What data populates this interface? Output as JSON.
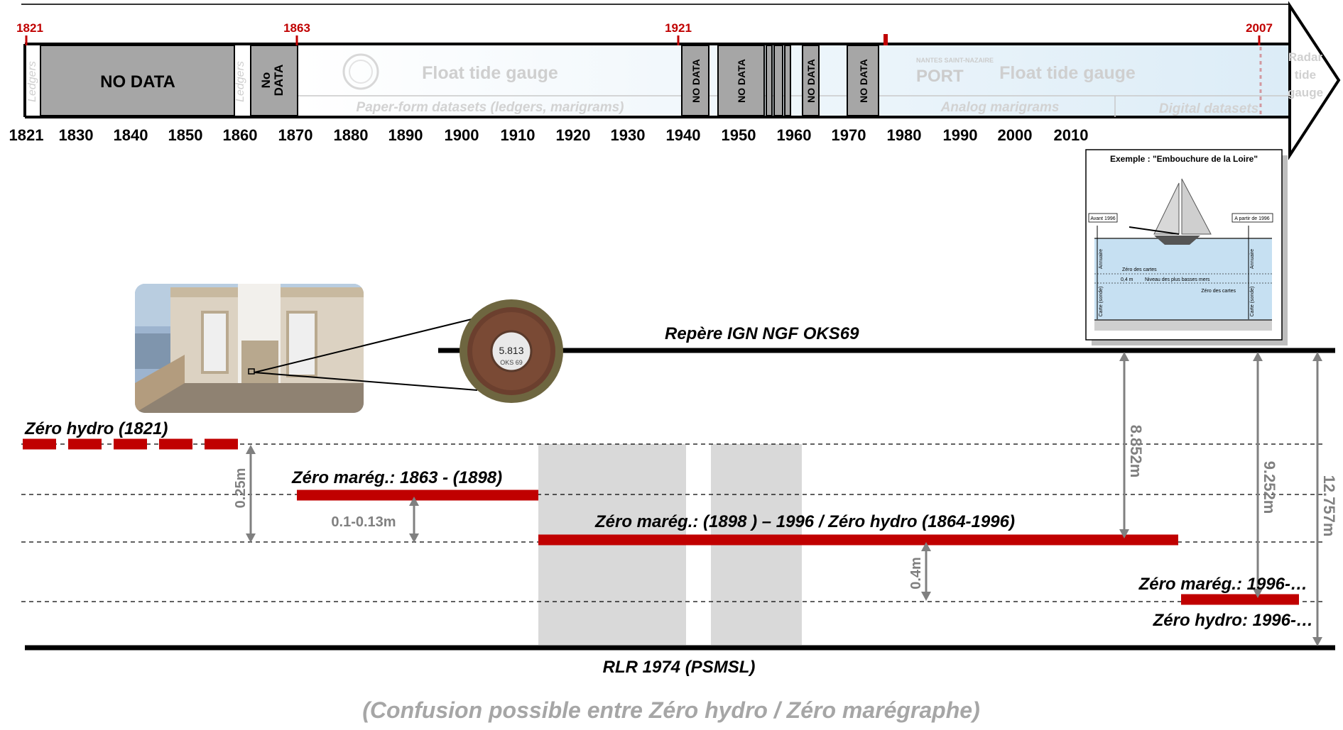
{
  "timeline": {
    "marker_years": [
      "1821",
      "1863",
      "1921",
      "2007"
    ],
    "tick_labels": [
      "1821",
      "1830",
      "1840",
      "1850",
      "1860",
      "1870",
      "1880",
      "1890",
      "1900",
      "1910",
      "1920",
      "1930",
      "1940",
      "1950",
      "1960",
      "1970",
      "1980",
      "1990",
      "2000",
      "2010"
    ],
    "no_data_main": "NO DATA",
    "no_data_small_1": "No",
    "no_data_small_2": "DATA",
    "no_data_vertical": "NO DATA",
    "ledgers": "Ledgers",
    "float_tide_gauge": "Float tide gauge",
    "paper_form": "Paper-form datasets (ledgers, marigrams)",
    "analog": "Analog marigrams",
    "digital": "Digital datasets",
    "radar_1": "Radar",
    "radar_2": "tide",
    "radar_3": "gauge",
    "port_logo_small": "NANTES SAINT-NAZAIRE",
    "port_logo_big": "PORT"
  },
  "levels": {
    "ign": "Repère IGN NGF OKS69",
    "zero_hydro_1821": "Zéro hydro (1821)",
    "zero_mareg_1863": "Zéro marég.: 1863 - (1898)",
    "zero_mareg_1898": "Zéro marég.: (1898 ) – 1996 / Zéro hydro (1864-1996)",
    "zero_mareg_1996": "Zéro marég.: 1996-…",
    "zero_hydro_1996": "Zéro hydro: 1996-…",
    "rlr": "RLR 1974 (PSMSL)"
  },
  "measures": {
    "m_025": "0.25m",
    "m_01": "0.1-0.13m",
    "m_04": "0.4m",
    "m_8852": "8.852m",
    "m_9252": "9.252m",
    "m_12757": "12.757m"
  },
  "benchmark": {
    "line1": "5.813",
    "line2": "OKS 69"
  },
  "example": {
    "title": "Exemple : \"Embouchure de la Loire\"",
    "avant": "Avant 1996",
    "apartir": "A partir de 1996",
    "annuaire": "Annuaire",
    "zero_cartes": "Zéro des cartes",
    "offset": "0,4 m",
    "niveau": "Niveau des plus basses mers",
    "carte_sonde": "Carte (sonde)"
  },
  "footer": "(Confusion possible entre Zéro hydro / Zéro marégraphe)",
  "colors": {
    "red": "#c00000",
    "grey_box": "#a6a6a6",
    "arrow_grey": "#808080",
    "light_blue": "#dcebf5"
  }
}
